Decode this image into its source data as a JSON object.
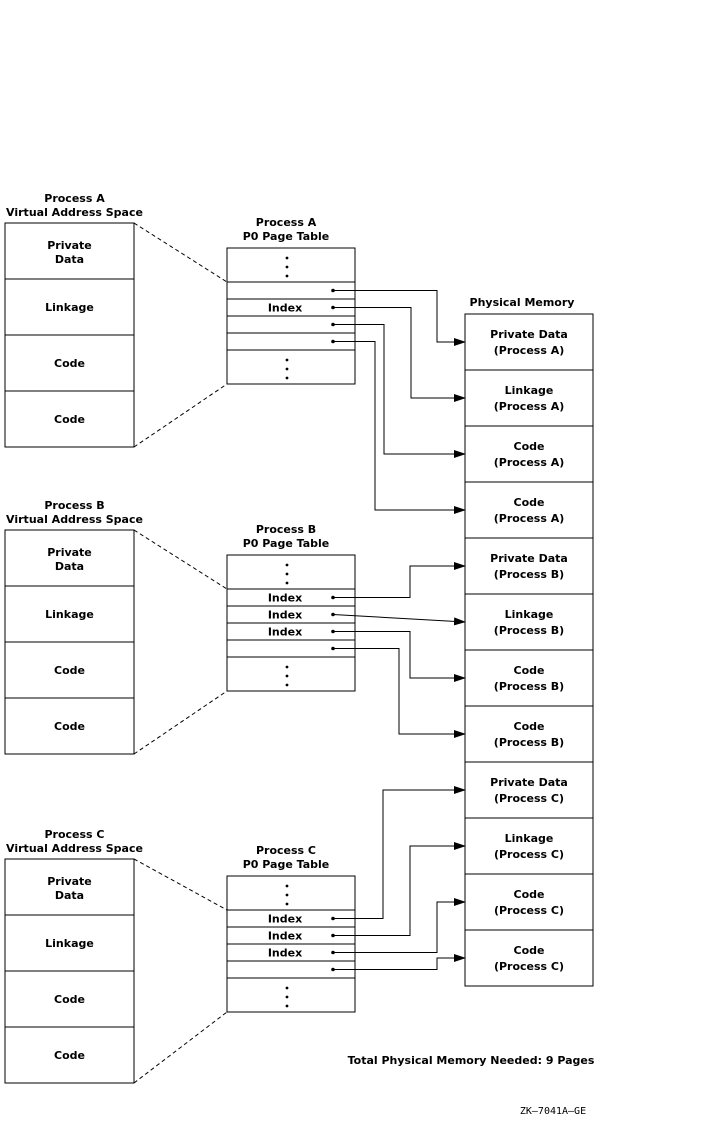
{
  "processes": [
    {
      "title_line1": "Process A",
      "title_line2": "Virtual Address Space",
      "pages": [
        [
          "Private",
          "Data"
        ],
        [
          "Linkage"
        ],
        [
          "Code"
        ],
        [
          "Code"
        ]
      ],
      "table_title_line1": "Process A",
      "table_title_line2": "P0 Page Table",
      "entries": [
        "",
        "Index",
        "",
        ""
      ]
    },
    {
      "title_line1": "Process B",
      "title_line2": "Virtual Address Space",
      "pages": [
        [
          "Private",
          "Data"
        ],
        [
          "Linkage"
        ],
        [
          "Code"
        ],
        [
          "Code"
        ]
      ],
      "table_title_line1": "Process B",
      "table_title_line2": "P0 Page Table",
      "entries": [
        "Index",
        "Index",
        "Index",
        ""
      ]
    },
    {
      "title_line1": "Process C",
      "title_line2": "Virtual Address Space",
      "pages": [
        [
          "Private",
          "Data"
        ],
        [
          "Linkage"
        ],
        [
          "Code"
        ],
        [
          "Code"
        ]
      ],
      "table_title_line1": "Process C",
      "table_title_line2": "P0 Page Table",
      "entries": [
        "Index",
        "Index",
        "Index",
        ""
      ]
    }
  ],
  "physical_memory": {
    "title": "Physical Memory",
    "frames": [
      [
        "Private Data",
        "(Process A)"
      ],
      [
        "Linkage",
        "(Process A)"
      ],
      [
        "Code",
        "(Process A)"
      ],
      [
        "Code",
        "(Process A)"
      ],
      [
        "Private Data",
        "(Process B)"
      ],
      [
        "Linkage",
        "(Process B)"
      ],
      [
        "Code",
        "(Process B)"
      ],
      [
        "Code",
        "(Process B)"
      ],
      [
        "Private Data",
        "(Process C)"
      ],
      [
        "Linkage",
        "(Process C)"
      ],
      [
        "Code",
        "(Process C)"
      ],
      [
        "Code",
        "(Process C)"
      ]
    ]
  },
  "total_note": "Total Physical Memory Needed: 9 Pages",
  "figure_id": "ZK–7041A–GE",
  "colors": {
    "stroke": "#000000",
    "background": "#ffffff"
  }
}
